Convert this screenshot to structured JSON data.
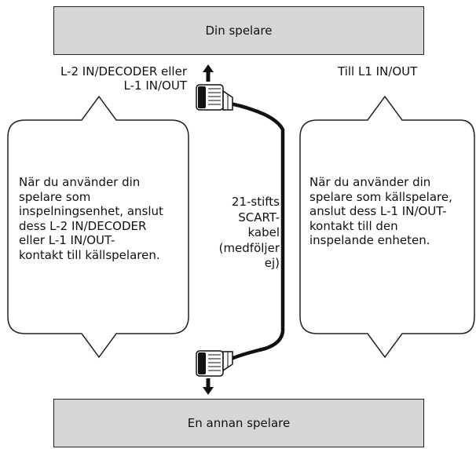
{
  "top_device": {
    "label": "Din spelare"
  },
  "bottom_device": {
    "label": "En annan spelare"
  },
  "port_labels": {
    "left": [
      "L-2 IN/DECODER eller",
      "L-1 IN/OUT"
    ],
    "right": "Till L1 IN/OUT"
  },
  "left_bubble": {
    "lines": [
      "När du använder din",
      "spelare som",
      "inspelningsenhet, anslut",
      "dess L-2 IN/DECODER",
      "eller L-1 IN/OUT-",
      "kontakt till källspelaren."
    ]
  },
  "right_bubble": {
    "lines": [
      "När du använder din",
      "spelare som källspelare,",
      "anslut dess L-1 IN/OUT-",
      "kontakt till den",
      "inspelande enheten."
    ]
  },
  "cable_label": {
    "lines": [
      "21-stifts",
      "SCART-",
      "kabel",
      "(medföljer",
      "ej)"
    ]
  },
  "colors": {
    "device_fill": "#d6d6d6",
    "stroke": "#222222"
  }
}
